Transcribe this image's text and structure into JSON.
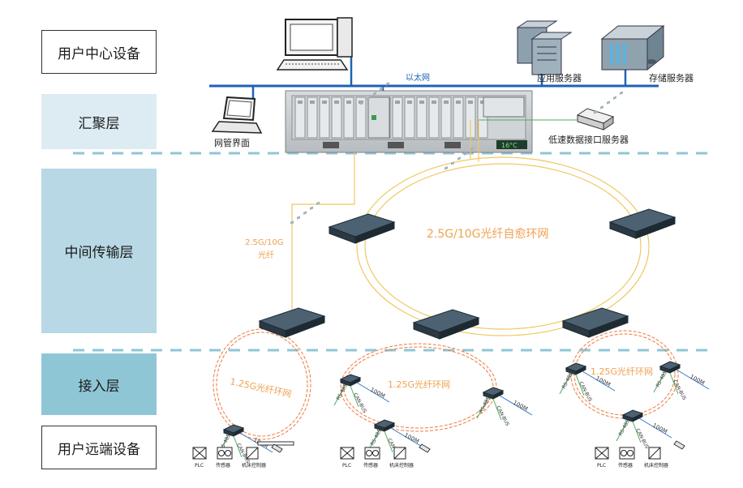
{
  "layers": [
    {
      "label": "用户中心设备",
      "fill": "#ffffff",
      "border": "#333333"
    },
    {
      "label": "汇聚层",
      "fill": "#dcecf2",
      "border": "none"
    },
    {
      "label": "中间传输层",
      "fill": "#b7d8e4",
      "border": "none"
    },
    {
      "label": "接入层",
      "fill": "#8fc6d6",
      "border": "none"
    },
    {
      "label": "用户远端设备",
      "fill": "#ffffff",
      "border": "#333333"
    }
  ],
  "top": {
    "ethernet_label": "以太网",
    "app_server_label": "应用服务器",
    "storage_server_label": "存储服务器",
    "mgmt_label": "网管界面",
    "lowspeed_label": "低速数据接口服务器",
    "temp_display": "16°C"
  },
  "middle": {
    "ring_label": "2.5G/10G光纤自愈环网",
    "fiber_label_line1": "2.5G/10G",
    "fiber_label_line2": "光纤"
  },
  "access": {
    "ring_label": "1.25G光纤环网",
    "link_rs": "RS-485",
    "link_can": "CAN-BUS",
    "link_speed": "100M",
    "plc_label": "PLC",
    "sensor_label": "传感器",
    "machine_label": "机床控制器"
  },
  "colors": {
    "ethernet": "#1f62b4",
    "fiber": "#f0c860",
    "ring": "#ee7a3d",
    "ring_text": "#f0a150",
    "dash": "#8fc6d6",
    "device": "#2f4250",
    "link_green": "#4cae5a",
    "link_blue": "#2f78c8"
  }
}
